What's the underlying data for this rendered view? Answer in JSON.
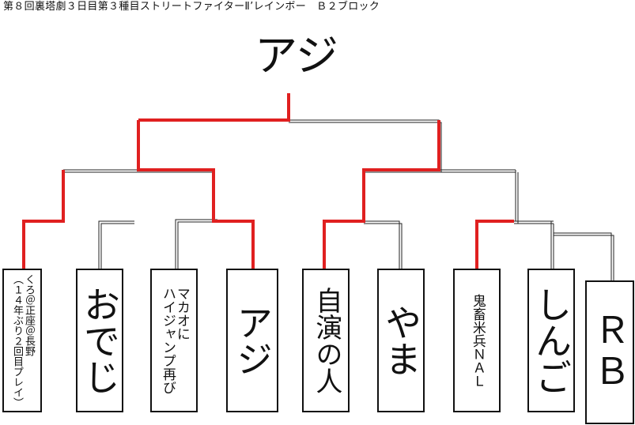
{
  "header": {
    "title": "第８回裏塔劇３日目第３種目ストリートファイターⅡ’レインボー　Ｂ２ブロック"
  },
  "champion": "アジ",
  "players": [
    {
      "name": "くろ＠正座＠長野\n（１４年ぶり２回目プレイ）"
    },
    {
      "name": "おでじ"
    },
    {
      "name": "マカオに\nハイジャンプ再び"
    },
    {
      "name": "アジ"
    },
    {
      "name": "自演の人"
    },
    {
      "name": "やま"
    },
    {
      "name": "鬼畜米兵ＮＡＬ"
    },
    {
      "name": "しんご"
    },
    {
      "name": "ＲＢ"
    }
  ],
  "colors": {
    "win_line": "#e02020",
    "line": "#111111",
    "background": "#ffffff"
  }
}
